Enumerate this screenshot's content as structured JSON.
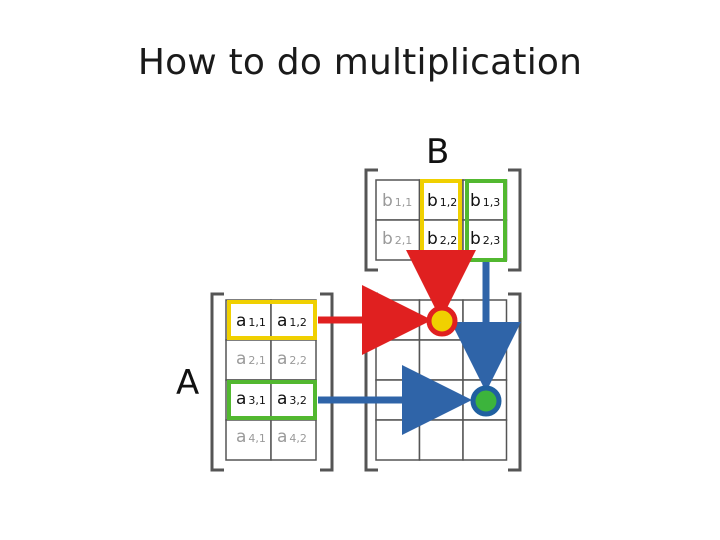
{
  "slide": {
    "title": "How to do multiplication"
  },
  "matrix_b": {
    "label": "B",
    "rows": [
      [
        {
          "base": "b",
          "sub": "1,1",
          "highlight": "none"
        },
        {
          "base": "b",
          "sub": "1,2",
          "highlight": "yellow"
        },
        {
          "base": "b",
          "sub": "1,3",
          "highlight": "green"
        }
      ],
      [
        {
          "base": "b",
          "sub": "2,1",
          "highlight": "none"
        },
        {
          "base": "b",
          "sub": "2,2",
          "highlight": "yellow"
        },
        {
          "base": "b",
          "sub": "2,3",
          "highlight": "green"
        }
      ]
    ]
  },
  "matrix_a": {
    "label": "A",
    "rows": [
      [
        {
          "base": "a",
          "sub": "1,1",
          "highlight": "yellow"
        },
        {
          "base": "a",
          "sub": "1,2",
          "highlight": "yellow"
        }
      ],
      [
        {
          "base": "a",
          "sub": "2,1",
          "highlight": "none"
        },
        {
          "base": "a",
          "sub": "2,2",
          "highlight": "none"
        }
      ],
      [
        {
          "base": "a",
          "sub": "3,1",
          "highlight": "green"
        },
        {
          "base": "a",
          "sub": "3,2",
          "highlight": "green"
        }
      ],
      [
        {
          "base": "a",
          "sub": "4,1",
          "highlight": "none"
        },
        {
          "base": "a",
          "sub": "4,2",
          "highlight": "none"
        }
      ]
    ]
  },
  "product": {
    "rows": 4,
    "cols": 3,
    "marked_cells": [
      {
        "row": 1,
        "col": 2,
        "fill": "#f0d000",
        "ring": "#e02020"
      },
      {
        "row": 3,
        "col": 3,
        "fill": "#3cb43c",
        "ring": "#2060a0"
      }
    ]
  },
  "colors": {
    "yellow_highlight": "#f0d000",
    "green_highlight": "#52b830",
    "red_arrow": "#e02020",
    "blue_arrow": "#2f64a8",
    "grid_line": "#555555",
    "highlighted_text": "#111111",
    "faded_text": "#9a9a9a"
  },
  "arrows": [
    {
      "color": "red",
      "from": "row a1",
      "to": "product cell (1,2)"
    },
    {
      "color": "red",
      "from": "column b2",
      "to": "product cell (1,2)"
    },
    {
      "color": "blue",
      "from": "row a3",
      "to": "product cell (3,3)"
    },
    {
      "color": "blue",
      "from": "column b3",
      "to": "product cell (3,3)"
    }
  ]
}
